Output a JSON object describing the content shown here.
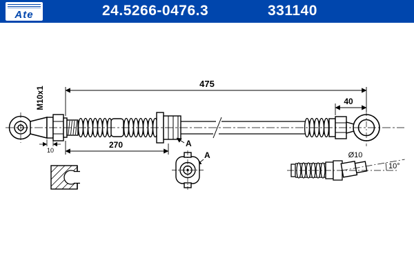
{
  "header": {
    "logo_text": "Ate",
    "part_number": "24.5266-0476.3",
    "ref_number": "331140",
    "colors": {
      "brand_blue": "#0046ad",
      "text": "#ffffff"
    }
  },
  "drawing": {
    "labels": {
      "overall_length": "475",
      "right_length": "40",
      "left_length": "270",
      "flange_width": "10",
      "thread": "M10x1",
      "diameter": "Ø10",
      "angle": "10°",
      "view_pointer_bracket": "A",
      "view_pointer_endview": "A"
    }
  }
}
